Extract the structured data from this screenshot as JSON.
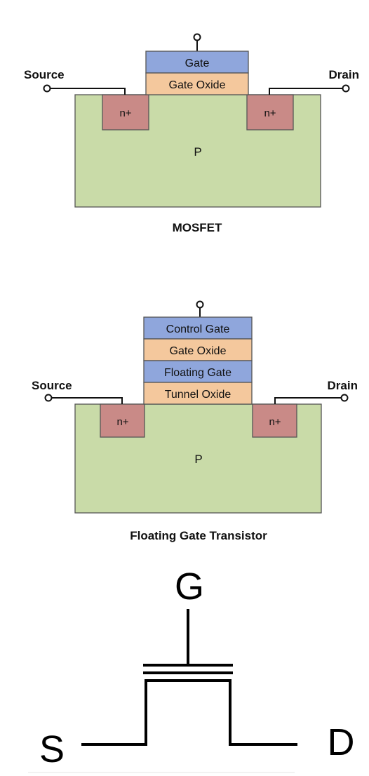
{
  "mosfet": {
    "gate": "Gate",
    "gate_oxide": "Gate Oxide",
    "source": "Source",
    "drain": "Drain",
    "n_plus_left": "n+",
    "n_plus_right": "n+",
    "substrate": "P",
    "caption": "MOSFET"
  },
  "floating_gate": {
    "control_gate": "Control Gate",
    "gate_oxide": "Gate Oxide",
    "floating_gate": "Floating Gate",
    "tunnel_oxide": "Tunnel Oxide",
    "source": "Source",
    "drain": "Drain",
    "n_plus_left": "n+",
    "n_plus_right": "n+",
    "substrate": "P",
    "caption": "Floating Gate Transistor"
  },
  "symbol": {
    "gate": "G",
    "source": "S",
    "drain": "D"
  }
}
